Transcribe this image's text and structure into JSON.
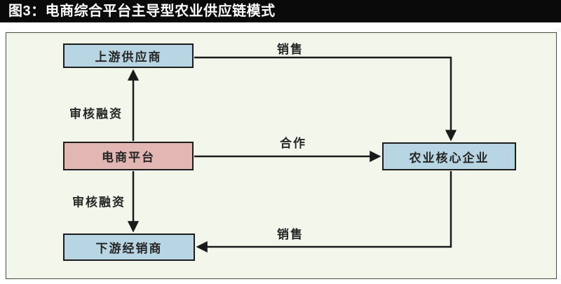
{
  "figure": {
    "title": "图3：电商综合平台主导型农业供应链模式"
  },
  "diagram": {
    "type": "flowchart",
    "nodes": {
      "upstream_supplier": {
        "label": "上游供应商",
        "fill": "#b7d5e2"
      },
      "ecommerce_platform": {
        "label": "电商平台",
        "fill": "#e2b7b3"
      },
      "downstream_distributor": {
        "label": "下游经销商",
        "fill": "#b7d5e2"
      },
      "agricultural_core_enterprise": {
        "label": "农业核心企业",
        "fill": "#b7d5e2"
      }
    },
    "edges": {
      "platform_to_upstream": {
        "label": "审核融资",
        "from": "电商平台",
        "to": "上游供应商",
        "direction": "up"
      },
      "platform_to_downstream": {
        "label": "审核融资",
        "from": "电商平台",
        "to": "下游经销商",
        "direction": "down"
      },
      "platform_to_core": {
        "label": "合作",
        "from": "电商平台",
        "to": "农业核心企业",
        "direction": "right"
      },
      "upstream_to_core": {
        "label": "销售",
        "from": "上游供应商",
        "to": "农业核心企业",
        "direction": "right-then-down"
      },
      "core_to_downstream": {
        "label": "销售",
        "from": "农业核心企业",
        "to": "下游经销商",
        "direction": "down-then-left"
      }
    },
    "colors": {
      "title_bar_bg": "#0a0a0a",
      "title_text": "#ffffff",
      "panel_bg": "#f3f7eb",
      "node_blue": "#b7d5e2",
      "node_pink": "#e2b7b3",
      "line": "#1a1a1a"
    }
  }
}
